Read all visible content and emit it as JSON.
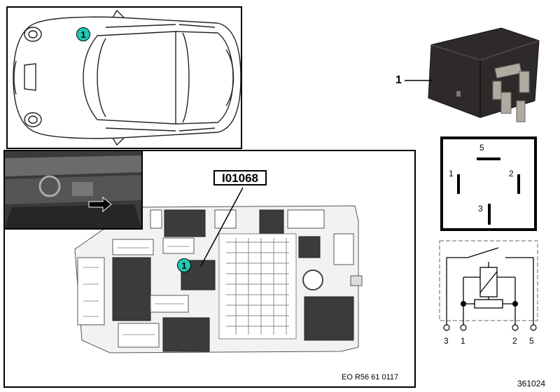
{
  "callouts": {
    "car": "1",
    "fuse": "1"
  },
  "part_number_box": "I01068",
  "fuse_box_code": "EO R56 61 0117",
  "relay_item_number": "1",
  "pin_diagram": {
    "pin_top": "5",
    "pin_left": "1",
    "pin_right": "2",
    "pin_bottom": "3"
  },
  "schematic_terminals": [
    "3",
    "1",
    "2",
    "5"
  ],
  "reference_number": "361024",
  "colors": {
    "callout": "#22c9b5",
    "relay_body": "#2e2a2a",
    "terminal": "#b0aaa0"
  }
}
